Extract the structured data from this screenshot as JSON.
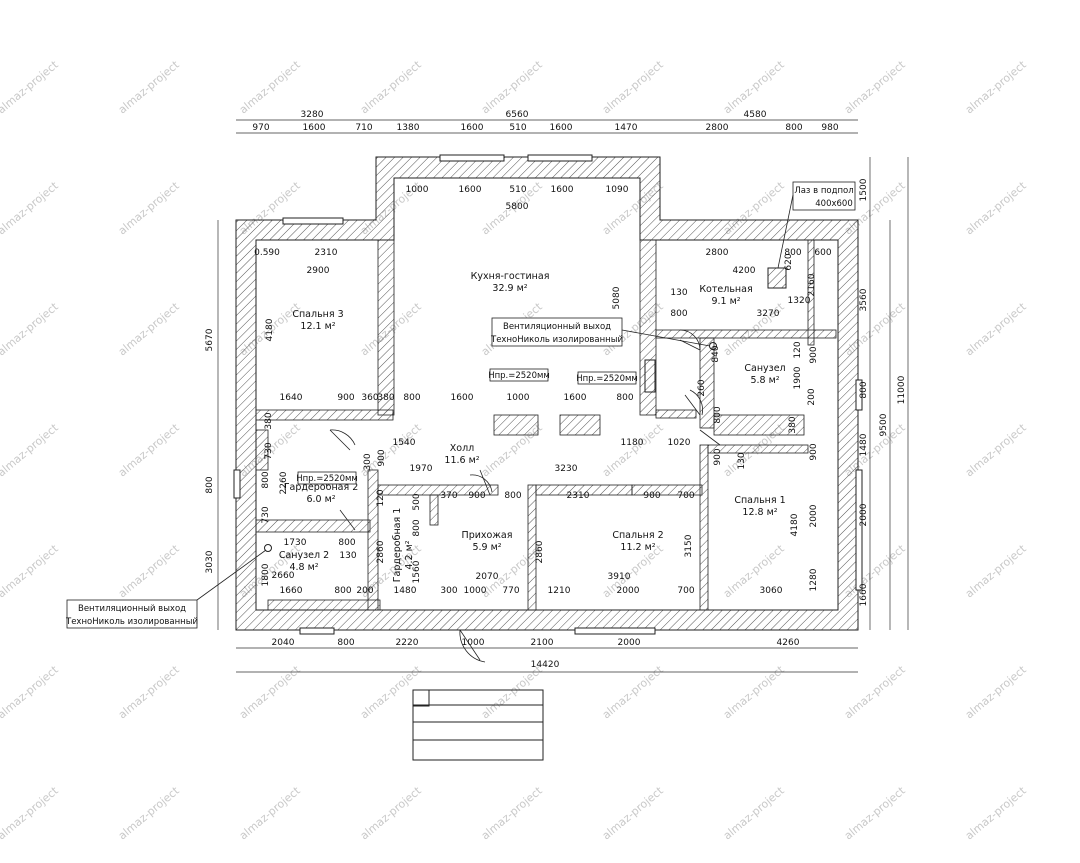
{
  "watermark": "almaz-project",
  "rooms": [
    {
      "name": "Кухня-гостиная",
      "area": "32.9 м²"
    },
    {
      "name": "Спальня 3",
      "area": "12.1 м²"
    },
    {
      "name": "Котельная",
      "area": "9.1 м²"
    },
    {
      "name": "Санузел",
      "area": "5.8 м²"
    },
    {
      "name": "Холл",
      "area": "11.6 м²"
    },
    {
      "name": "Гардеробная 2",
      "area": "6.0 м²"
    },
    {
      "name": "Спальня 1",
      "area": "12.8 м²"
    },
    {
      "name": "Санузел 2",
      "area": "4.8 м²"
    },
    {
      "name": "Гардеробная 1",
      "area": "4.2 м²"
    },
    {
      "name": "Прихожая",
      "area": "5.9 м²"
    },
    {
      "name": "Спальня 2",
      "area": "11.2 м²"
    }
  ],
  "notes": {
    "vent_1": [
      "Вентиляционный выход",
      "ТехноНиколь изолированный"
    ],
    "vent_2": [
      "Вентиляционный выход",
      "ТехноНиколь изолированный"
    ],
    "hatch": [
      "Лаз в подпол",
      "400х600"
    ],
    "hpr_1": "Нпр.=2520мм",
    "hpr_2": "Нпр.=2520мм",
    "hpr_3": "Нпр.=2520мм"
  },
  "dimensions": {
    "top_1": [
      "3280",
      "6560",
      "4580"
    ],
    "top_2": [
      "970",
      "1600",
      "710",
      "1380",
      "1600",
      "510",
      "1600",
      "1470",
      "2800",
      "800",
      "980"
    ],
    "bottom_1": [
      "2040",
      "800",
      "2220",
      "1000",
      "2100",
      "2000",
      "4260"
    ],
    "bottom_total": "14420",
    "left_outer": [
      "5670",
      "800",
      "3030"
    ],
    "right_outer": [
      "1500",
      "3560",
      "800",
      "1480",
      "2000",
      "1660"
    ],
    "right_mid": "9500",
    "right_total": "11000",
    "interior": [
      "1000",
      "1600",
      "510",
      "1600",
      "1090",
      "5800",
      "0.590",
      "2310",
      "2900",
      "2800",
      "800",
      "600",
      "620",
      "4200",
      "2160",
      "1320",
      "3270",
      "4180",
      "5080",
      "130",
      "800",
      "840",
      "120",
      "900",
      "1900",
      "200",
      "1640",
      "900",
      "360",
      "380",
      "800",
      "1600",
      "1000",
      "1600",
      "800",
      "380",
      "730",
      "2260",
      "800",
      "730",
      "1540",
      "900",
      "300",
      "1970",
      "3230",
      "1180",
      "1020",
      "380",
      "900",
      "130",
      "260",
      "800",
      "900",
      "120",
      "370",
      "900",
      "800",
      "2310",
      "900",
      "700",
      "500",
      "800",
      "2860",
      "1560",
      "2860",
      "3150",
      "4180",
      "2000",
      "1280",
      "1730",
      "800",
      "130",
      "1800",
      "2660",
      "2070",
      "3910",
      "3060",
      "1660",
      "800",
      "200",
      "1480",
      "300",
      "1000",
      "770",
      "1210",
      "2000",
      "700"
    ]
  }
}
